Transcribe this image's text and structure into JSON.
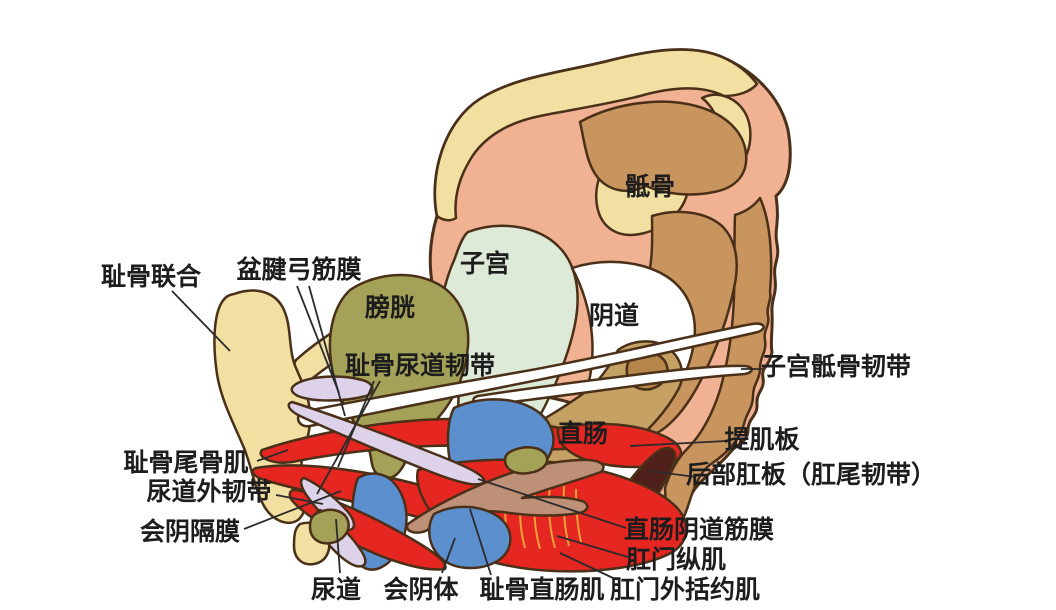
{
  "diagram": {
    "type": "anatomical-illustration",
    "subject": "female pelvic floor sagittal section",
    "language": "zh-CN"
  },
  "palette": {
    "background": "#ffffff",
    "outline": "#4a3018",
    "leader_line": "#2b2b2b",
    "label_text": "#1d1d1d",
    "bone_cream": "#f2e0a2",
    "tissue_salmon": "#f1b193",
    "sacrum_tan": "#c9955e",
    "rectum_tan": "#c5a164",
    "rectum_inner": "#b5854a",
    "bladder_olive": "#a4a258",
    "uterus_green": "#dcead7",
    "organ_white": "#ffffff",
    "tube_blue": "#5c8fce",
    "muscle_red": "#e62620",
    "ligament_lavender": "#ddd2e9",
    "fascia_brown": "#bd9077",
    "dark_maroon": "#4e2019",
    "striation_yellow": "#f0a93c"
  },
  "labels": [
    {
      "name": "pubic-symphysis",
      "text": "耻骨联合"
    },
    {
      "name": "arcus-tendineus-fascia",
      "text": "盆腱弓筋膜"
    },
    {
      "name": "bladder",
      "text": "膀胱"
    },
    {
      "name": "uterus",
      "text": "子宫"
    },
    {
      "name": "vagina",
      "text": "阴道"
    },
    {
      "name": "sacrum",
      "text": "骶骨"
    },
    {
      "name": "pubourethral-ligament",
      "text": "耻骨尿道韧带"
    },
    {
      "name": "uterosacral-ligament",
      "text": "子宫骶骨韧带"
    },
    {
      "name": "rectum",
      "text": "直肠"
    },
    {
      "name": "levator-plate",
      "text": "提肌板"
    },
    {
      "name": "posterior-anal-plate",
      "text": "后部肛板（肛尾韧带）"
    },
    {
      "name": "pubococcygeus-muscle",
      "text": "耻骨尾骨肌"
    },
    {
      "name": "external-urethral-ligament",
      "text": "尿道外韧带"
    },
    {
      "name": "perineal-membrane",
      "text": "会阴隔膜"
    },
    {
      "name": "rectovaginal-fascia",
      "text": "直肠阴道筋膜"
    },
    {
      "name": "anal-longitudinal-muscle",
      "text": "肛门纵肌"
    },
    {
      "name": "urethra",
      "text": "尿道"
    },
    {
      "name": "perineal-body",
      "text": "会阴体"
    },
    {
      "name": "puborectalis-muscle",
      "text": "耻骨直肠肌"
    },
    {
      "name": "external-anal-sphincter",
      "text": "肛门外括约肌"
    }
  ]
}
